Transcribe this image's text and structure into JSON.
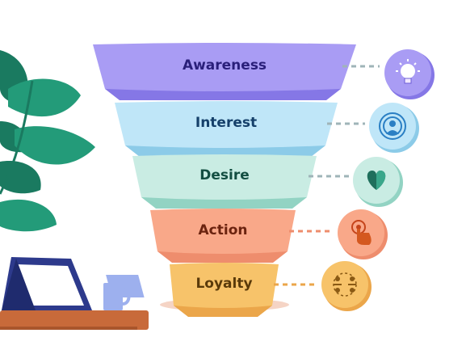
{
  "stages": [
    {
      "label": "Awareness",
      "color": "#a99cf4",
      "shadow": "#8577e6",
      "text": "#2a1f7a",
      "icon": "lightbulb-icon",
      "icon_bg": "#a99cf4"
    },
    {
      "label": "Interest",
      "color": "#bfe6f8",
      "shadow": "#8ccbe8",
      "text": "#15406a",
      "icon": "broadcast-user-icon",
      "icon_bg": "#bfe6f8"
    },
    {
      "label": "Desire",
      "color": "#c9ece3",
      "shadow": "#92d3c3",
      "text": "#134e42",
      "icon": "heart-icon",
      "icon_bg": "#c9ece3"
    },
    {
      "label": "Action",
      "color": "#f9a889",
      "shadow": "#ee8d6d",
      "text": "#6b230f",
      "icon": "hand-click-icon",
      "icon_bg": "#f9a889"
    },
    {
      "label": "Loyalty",
      "color": "#f7c36a",
      "shadow": "#eba64a",
      "text": "#5a3a0a",
      "icon": "community-icon",
      "icon_bg": "#f7c36a"
    }
  ],
  "colors": {
    "leaf": "#239b79",
    "leaf_dark": "#1a7a60",
    "shelf": "#c86a3a",
    "laptop": "#2d3a8c",
    "screen": "#ffffff",
    "mug": "#9db0ee",
    "connector": "#9fb4b8"
  }
}
